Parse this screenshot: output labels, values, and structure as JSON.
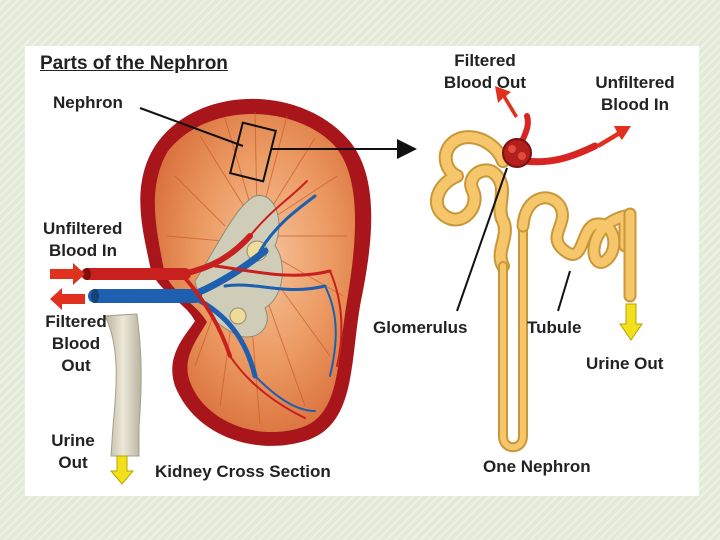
{
  "title": "Parts of the Nephron",
  "labels": {
    "nephron": "Nephron",
    "unfiltered_in_left": [
      "Unfiltered",
      "Blood In"
    ],
    "filtered_out_left": [
      "Filtered",
      "Blood",
      "Out"
    ],
    "urine_out_left": [
      "Urine",
      "Out"
    ],
    "kidney_cross_section": "Kidney Cross Section",
    "filtered_out_top": [
      "Filtered",
      "Blood Out"
    ],
    "unfiltered_in_right": [
      "Unfiltered",
      "Blood In"
    ],
    "glomerulus": "Glomerulus",
    "tubule": "Tubule",
    "urine_out_right": "Urine Out",
    "one_nephron": "One Nephron"
  },
  "colors": {
    "kidney_capsule": "#a8161c",
    "kidney_cortex": "#e88e5a",
    "artery": "#c8201e",
    "vein": "#1f5fb0",
    "ureter": "#d9d4c0",
    "tubule": "#f6c76a",
    "arrow_red": "#e0301e",
    "arrow_yellow": "#f2e01a"
  }
}
